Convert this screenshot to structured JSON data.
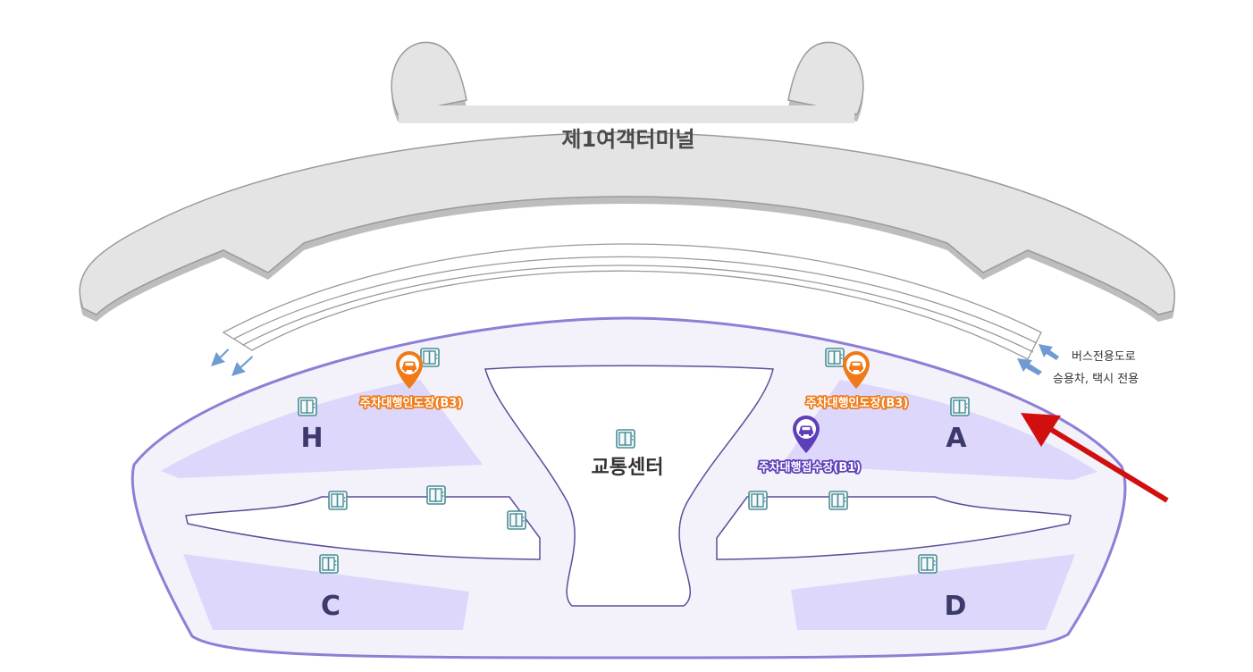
{
  "terminal": {
    "name": "제1여객터미널"
  },
  "transport_center": {
    "name": "교통센터"
  },
  "zones": {
    "h": "H",
    "a": "A",
    "c": "C",
    "d": "D"
  },
  "parking": {
    "left_dropoff": "주차대행인도장(B3)",
    "right_dropoff": "주차대행인도장(B3)",
    "reception": "주차대행접수장(B1)"
  },
  "legend": {
    "line1": "버스전용도로",
    "line2": "승용차, 택시 전용"
  },
  "colors": {
    "terminal_fill": "#e4e4e4",
    "terminal_stroke": "#9a9a9a",
    "area_outline": "#8d7fd6",
    "area_fill": "#f3f2fb",
    "zone_fill": "#dcd7fb",
    "dropoff_pin": "#f07a17",
    "reception_pin": "#5d3fb8",
    "road_arrow": "#6e9bd2",
    "pointer_arrow": "#d20f0f",
    "elevator_icon": "#4a8d95"
  },
  "icons": [
    "car-pin-icon",
    "elevator-icon",
    "direction-arrow-icon",
    "pointer-arrow-icon"
  ]
}
